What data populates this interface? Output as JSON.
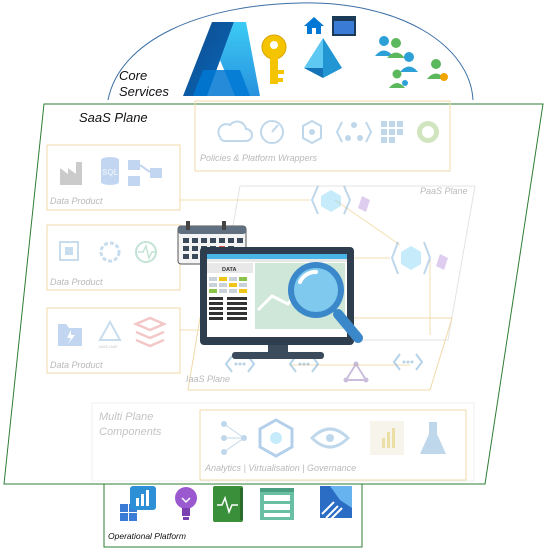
{
  "core_services": {
    "line1": "Core",
    "line2": "Services"
  },
  "saas_plane": {
    "label": "SaaS Plane"
  },
  "policies": {
    "label": "Policies & Platform Wrappers"
  },
  "data_products": [
    {
      "label": "Data Product",
      "sql_text": "SQL"
    },
    {
      "label": "Data Product"
    },
    {
      "label": "Data Product",
      "lake_text": "DATA LAKE"
    }
  ],
  "paas_plane": {
    "label": "PaaS Plane"
  },
  "iaas_plane": {
    "label": "IaaS Plane"
  },
  "monitor": {
    "screen_title": "DATA"
  },
  "multi_plane": {
    "line1": "Multi Plane",
    "line2": "Components"
  },
  "analytics": {
    "label": "Analytics | Virtualisation | Governance"
  },
  "operational": {
    "label": "Operational Platform"
  },
  "colors": {
    "azure_blue": "#0078d4",
    "plane_green": "#2e7d32",
    "faint_border": "#f0d9a8",
    "dome_stroke": "#3b6ea5"
  }
}
